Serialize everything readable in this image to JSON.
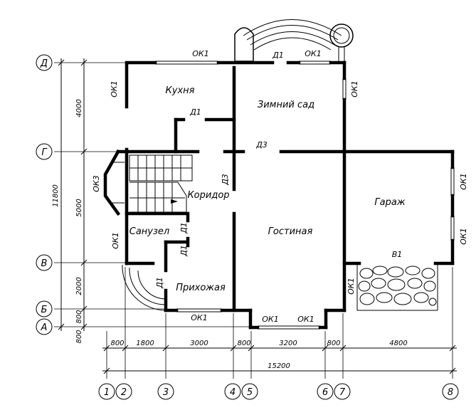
{
  "rooms": {
    "kitchen": "Кухня",
    "winter_garden": "Зимний сад",
    "corridor": "Коридор",
    "garage": "Гараж",
    "bathroom": "Санузел",
    "living_room": "Гостиная",
    "hallway": "Прихожая"
  },
  "marks": {
    "window_ok1": "ОК1",
    "window_ok3": "ОК3",
    "door_d1": "Д1",
    "door_d3": "Д3",
    "gate_v1": "В1"
  },
  "axes": {
    "letters": [
      "А",
      "Б",
      "В",
      "Г",
      "Д"
    ],
    "numbers": [
      "1",
      "2",
      "3",
      "4",
      "5",
      "6",
      "7",
      "8"
    ]
  },
  "dimensions": {
    "vertical": [
      "4000",
      "5000",
      "2000",
      "800",
      "800"
    ],
    "vertical_total": "11800",
    "horizontal": [
      "800",
      "1800",
      "3000",
      "800",
      "3200",
      "800",
      "4800"
    ],
    "horizontal_total": "15200"
  }
}
